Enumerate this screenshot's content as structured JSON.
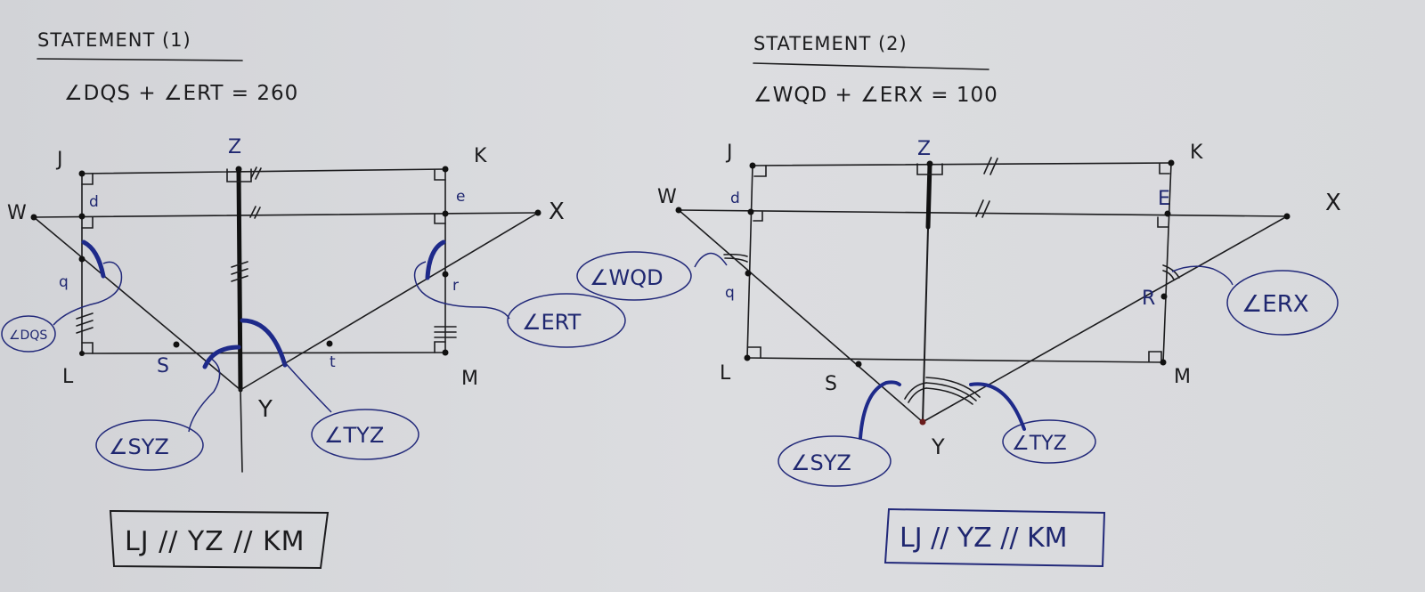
{
  "statement1": {
    "title": "STATEMENT (1)",
    "equation": "∠DQS + ∠ERT = 260",
    "points": {
      "J": "J",
      "Z": "Z",
      "K": "K",
      "W": "W",
      "d": "d",
      "e": "e",
      "X": "X",
      "q": "q",
      "r": "r",
      "L": "L",
      "S": "S",
      "t": "t",
      "M": "M",
      "Y": "Y"
    },
    "callouts": {
      "dqs": "∠DQS",
      "ert": "∠ERT",
      "syz": "∠SYZ",
      "tyz": "∠TYZ"
    },
    "box": "LJ // YZ // KM"
  },
  "statement2": {
    "title": "STATEMENT (2)",
    "equation": "∠WQD + ∠ERX = 100",
    "points": {
      "J": "J",
      "Z": "Z",
      "K": "K",
      "W": "W",
      "d": "d",
      "E": "E",
      "X": "X",
      "q": "q",
      "R": "R",
      "L": "L",
      "S": "S",
      "M": "M",
      "Y": "Y"
    },
    "callouts": {
      "wqd": "∠WQD",
      "erx": "∠ERX",
      "syz": "∠SYZ",
      "tyz": "∠TYZ"
    },
    "box": "LJ // YZ // KM"
  },
  "colors": {
    "ink": "#1c1c1e",
    "blue_ink": "#1f2770",
    "paper": "#d8d9dc"
  }
}
